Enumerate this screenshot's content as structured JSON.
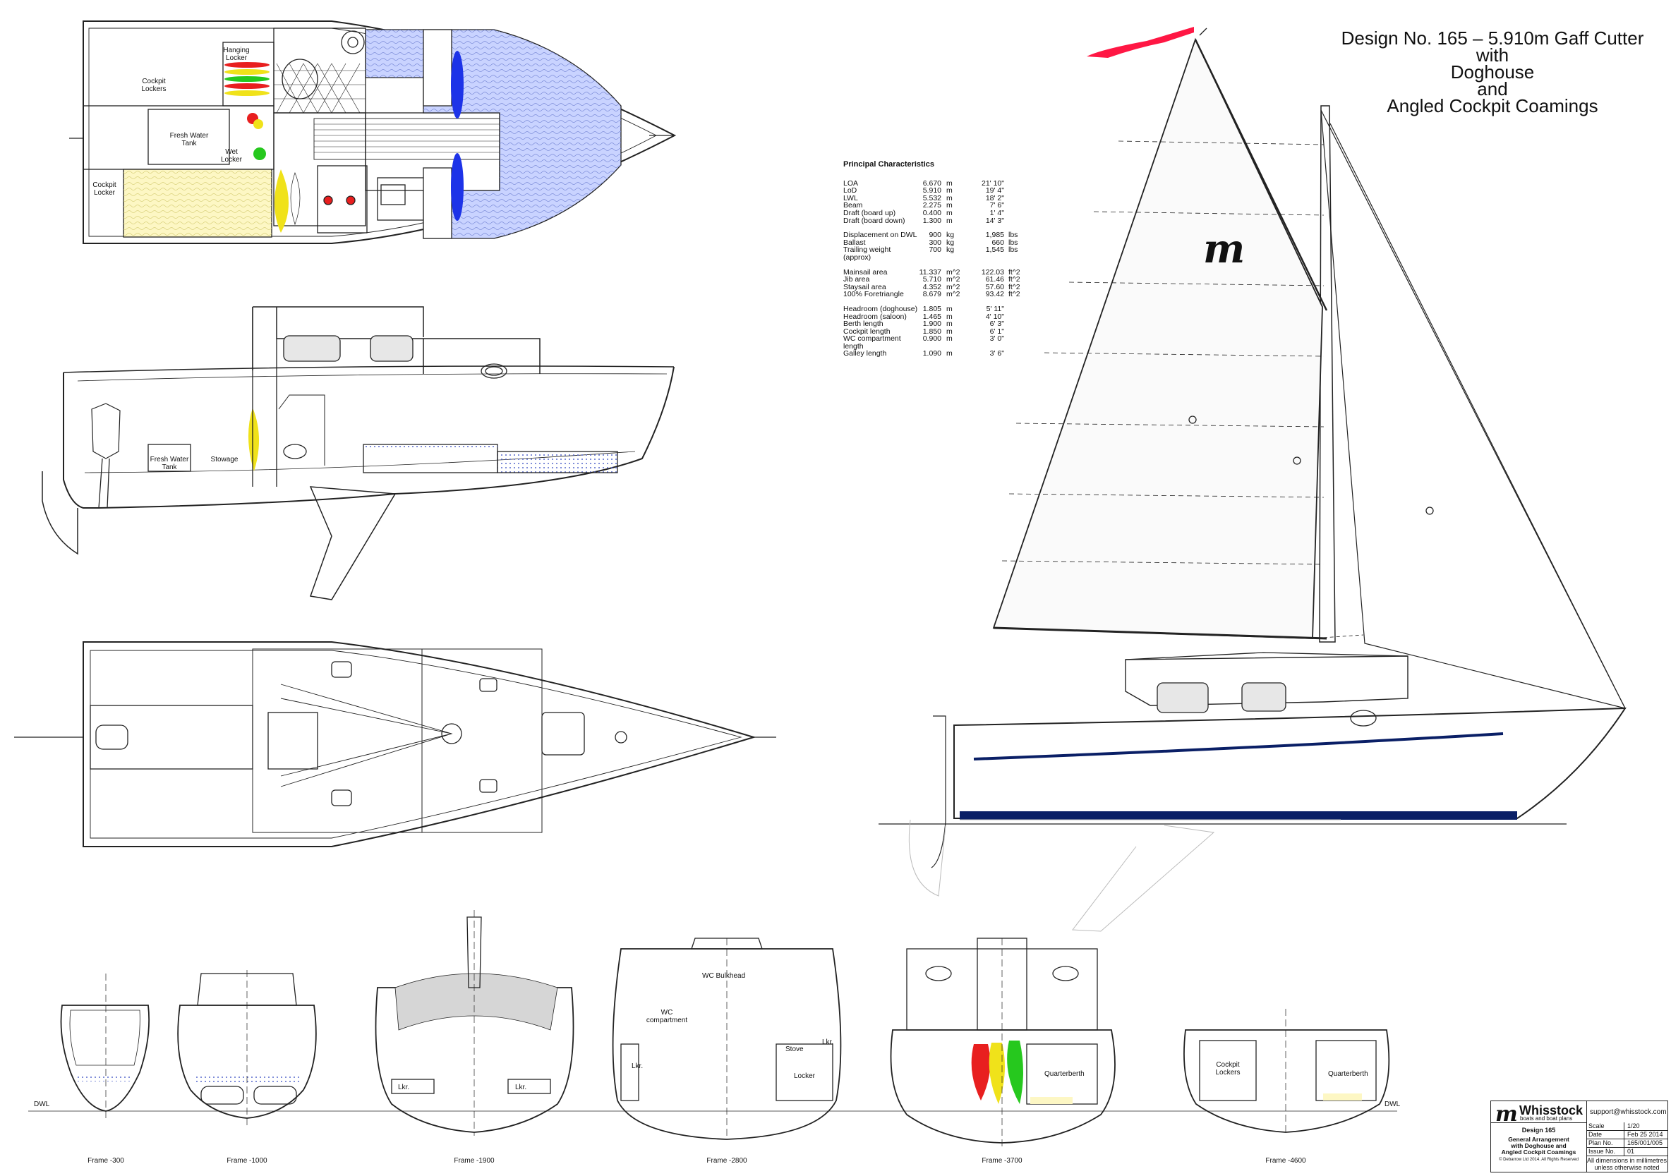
{
  "title": {
    "line1": "Design No. 165 – 5.910m Gaff Cutter",
    "line2": "with",
    "line3": "Doghouse",
    "line4": "and",
    "line5": "Angled Cockpit Coamings"
  },
  "characteristics": {
    "heading": "Principal Characteristics",
    "rows": [
      {
        "label": "LOA",
        "metric": "6.670",
        "munit": "m",
        "imperial": "21' 10\"",
        "iunit": ""
      },
      {
        "label": "LoD",
        "metric": "5.910",
        "munit": "m",
        "imperial": "19' 4\"",
        "iunit": ""
      },
      {
        "label": "LWL",
        "metric": "5.532",
        "munit": "m",
        "imperial": "18' 2\"",
        "iunit": ""
      },
      {
        "label": "Beam",
        "metric": "2.275",
        "munit": "m",
        "imperial": "7' 6\"",
        "iunit": ""
      },
      {
        "label": "Draft (board up)",
        "metric": "0.400",
        "munit": "m",
        "imperial": "1' 4\"",
        "iunit": ""
      },
      {
        "label": "Draft (board down)",
        "metric": "1.300",
        "munit": "m",
        "imperial": "14' 3\"",
        "iunit": ""
      },
      {
        "gap": true
      },
      {
        "label": "Displacement on DWL",
        "metric": "900",
        "munit": "kg",
        "imperial": "1,985",
        "iunit": "lbs"
      },
      {
        "label": "Ballast",
        "metric": "300",
        "munit": "kg",
        "imperial": "660",
        "iunit": "lbs"
      },
      {
        "label": "Trailing weight (approx)",
        "metric": "700",
        "munit": "kg",
        "imperial": "1,545",
        "iunit": "lbs"
      },
      {
        "gap": true
      },
      {
        "label": "Mainsail area",
        "metric": "11.337",
        "munit": "m^2",
        "imperial": "122.03",
        "iunit": "ft^2"
      },
      {
        "label": "Jib area",
        "metric": "5.710",
        "munit": "m^2",
        "imperial": "61.46",
        "iunit": "ft^2"
      },
      {
        "label": "Staysail area",
        "metric": "4.352",
        "munit": "m^2",
        "imperial": "57.60",
        "iunit": "ft^2"
      },
      {
        "label": "100% Foretriangle",
        "metric": "8.679",
        "munit": "m^2",
        "imperial": "93.42",
        "iunit": "ft^2"
      },
      {
        "gap": true
      },
      {
        "label": "Headroom (doghouse)",
        "metric": "1.805",
        "munit": "m",
        "imperial": "5' 11\"",
        "iunit": ""
      },
      {
        "label": "Headroom (saloon)",
        "metric": "1.465",
        "munit": "m",
        "imperial": "4' 10\"",
        "iunit": ""
      },
      {
        "label": "Berth length",
        "metric": "1.900",
        "munit": "m",
        "imperial": "6' 3\"",
        "iunit": ""
      },
      {
        "label": "Cockpit length",
        "metric": "1.850",
        "munit": "m",
        "imperial": "6' 1\"",
        "iunit": ""
      },
      {
        "label": "WC compartment length",
        "metric": "0.900",
        "munit": "m",
        "imperial": "3' 0\"",
        "iunit": ""
      },
      {
        "label": "Galley length",
        "metric": "1.090",
        "munit": "m",
        "imperial": "3' 6\"",
        "iunit": ""
      }
    ]
  },
  "labels": {
    "hanging_locker": "Hanging\nLocker",
    "cockpit_lockers": "Cockpit\nLockers",
    "fresh_water_tank": "Fresh Water\nTank",
    "wet_locker": "Wet\nLocker",
    "cockpit_locker": "Cockpit\nLocker",
    "stowage": "Stowage",
    "dwl": "DWL",
    "wc_bulkhead": "WC Bulkhead",
    "wc_compartment": "WC\ncompartment",
    "lkr": "Lkr.",
    "stove": "Stove",
    "locker": "Locker",
    "quarterberth": "Quarterberth"
  },
  "frames": [
    "Frame -300",
    "Frame -1000",
    "Frame -1900",
    "Frame -2800",
    "Frame -3700",
    "Frame -4600"
  ],
  "title_block": {
    "brand": "Whisstock",
    "brand_sub": "boats and boat plans",
    "email": "support@whisstock.com",
    "design": "Design 165",
    "drawing_title": "General Arrangement\nwith Doghouse and\nAngled Cockpit Coamings",
    "copyright": "© Debarrow Ltd 2014. All Rights Reserved",
    "rows": [
      {
        "k": "Scale",
        "v": "1/20"
      },
      {
        "k": "Date",
        "v": "Feb 25 2014"
      },
      {
        "k": "Plan No.",
        "v": "165/001/005"
      },
      {
        "k": "Issue No.",
        "v": "01"
      }
    ],
    "note": "All dimensions in millimetres\nunless otherwise noted"
  },
  "colors": {
    "line": "#222222",
    "flag": "#ff1744",
    "cushion_blue": "#c9d3ff",
    "cushion_yellow": "#fdf7c4",
    "boot_stripe": "#0a1f66",
    "oilskin_yellow": "#f0e21a",
    "oilskin_red": "#e81f1f",
    "oilskin_green": "#26c81e"
  }
}
